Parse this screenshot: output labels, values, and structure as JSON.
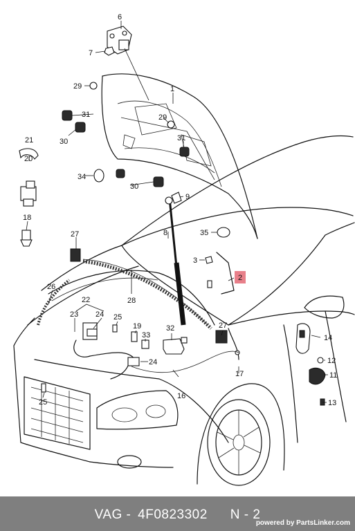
{
  "diagram": {
    "callouts": {
      "c1": "1",
      "c2": "2",
      "c3": "3",
      "c6": "6",
      "c7": "7",
      "c8": "8",
      "c9": "9",
      "c11": "11",
      "c12": "12",
      "c13": "13",
      "c14": "14",
      "c16": "16",
      "c17": "17",
      "c18": "18",
      "c19": "19",
      "c21": "21",
      "c22": "22",
      "c23": "23",
      "c24a": "24",
      "c24b": "24",
      "c25a": "25",
      "c25b": "25",
      "c26": "26",
      "c27a": "27",
      "c27b": "27",
      "c28": "28",
      "c29a": "29",
      "c29b": "29",
      "c30a": "30",
      "c30b": "30",
      "c31a": "31",
      "c31b": "31",
      "c32": "32",
      "c33": "33",
      "c34": "34",
      "c35": "35"
    },
    "highlight_color": "#e8808a"
  },
  "footer": {
    "brand": "VAG -",
    "part_number": "4F0823302",
    "position": "N - 2",
    "powered_by": "powered by PartsLinker.com"
  }
}
